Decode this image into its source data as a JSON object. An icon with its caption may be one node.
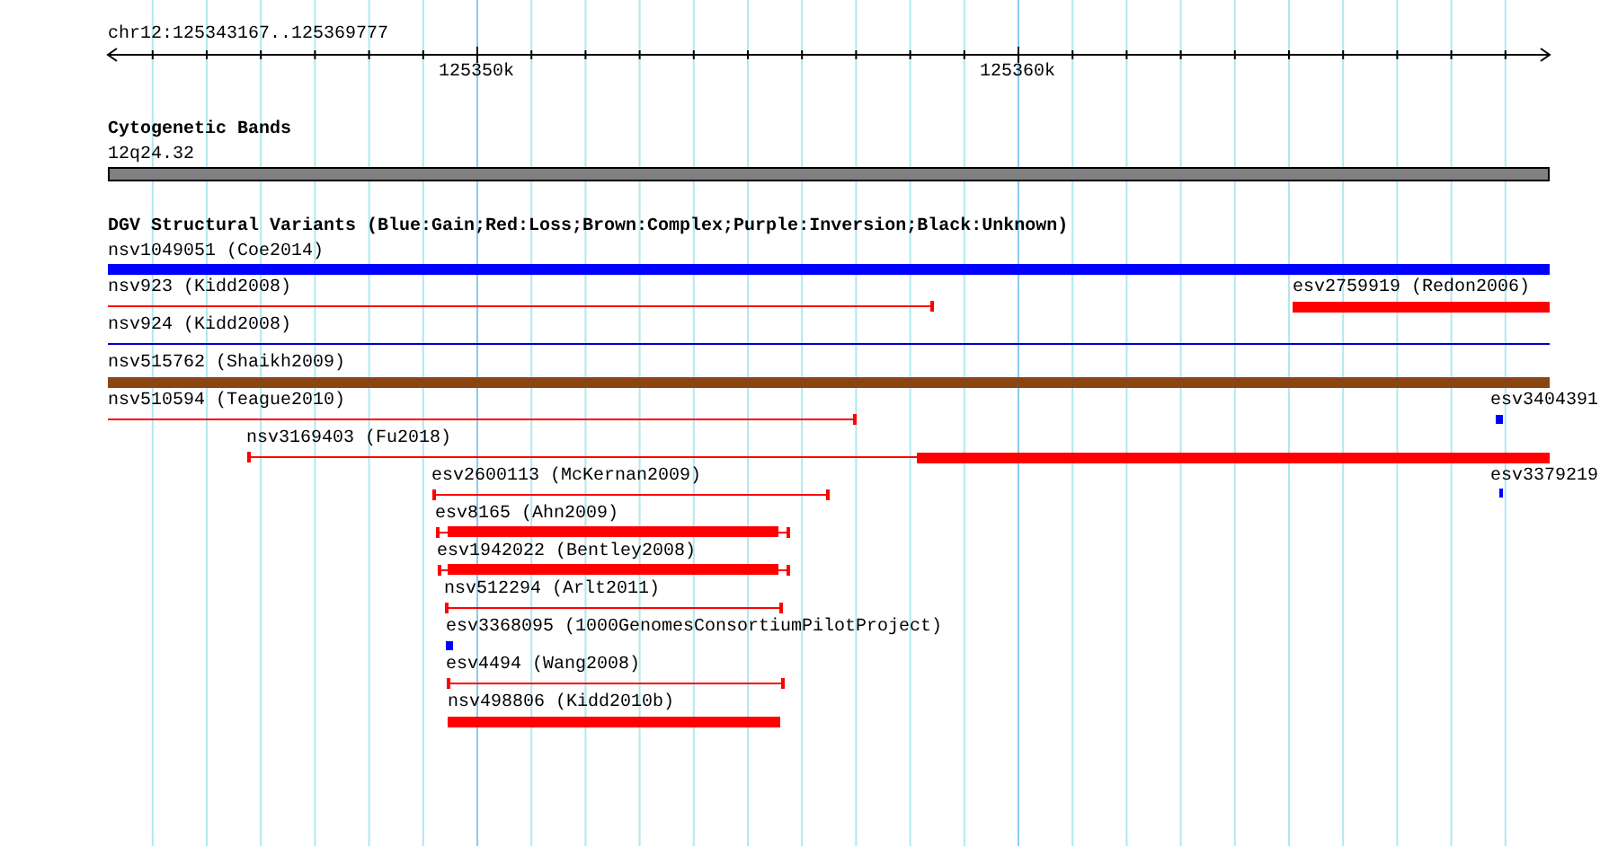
{
  "diagram": {
    "nodes": [
      {
        "text": [
          "12q24.32"
        ]
      },
      {
        "text": [
          "nsv1049051 (Coe2014)"
        ]
      },
      {
        "text": [
          "nsv923 (Kidd2008)"
        ]
      },
      {
        "text": [
          "esv2759919 (Redon2006)"
        ]
      },
      {
        "text": [
          "nsv924 (Kidd2008)"
        ]
      },
      {
        "text": [
          "nsv515762 (Shaikh2009)"
        ]
      },
      {
        "text": [
          "nsv510594 (Teague2010)"
        ]
      },
      {
        "text": [
          "esv3404391"
        ]
      },
      {
        "text": [
          "nsv3169403 (Fu2018)"
        ]
      },
      {
        "text": [
          "esv2600113 (McKernan2009)"
        ]
      },
      {
        "text": [
          "esv3379219"
        ]
      },
      {
        "text": [
          "esv8165 (Ahn2009)"
        ]
      },
      {
        "text": [
          "esv1942022 (Bentley2008)"
        ]
      },
      {
        "text": [
          "nsv512294 (Arlt2011)"
        ]
      },
      {
        "text": [
          "esv3368095 (1000GenomesConsortiumPilotProject)"
        ]
      },
      {
        "text": [
          "esv4494 (Wang2008)"
        ]
      },
      {
        "text": [
          "nsv498806 (Kidd2010b)"
        ]
      }
    ],
    "labels": [
      "chr12:125343167..125369777",
      "125350k",
      "125360k",
      "Cytogenetic Bands",
      "DGV Structural Variants (Blue:Gain;Red:Loss;Brown:Complex;Purple:Inversion;Black:Unknown)"
    ]
  }
}
